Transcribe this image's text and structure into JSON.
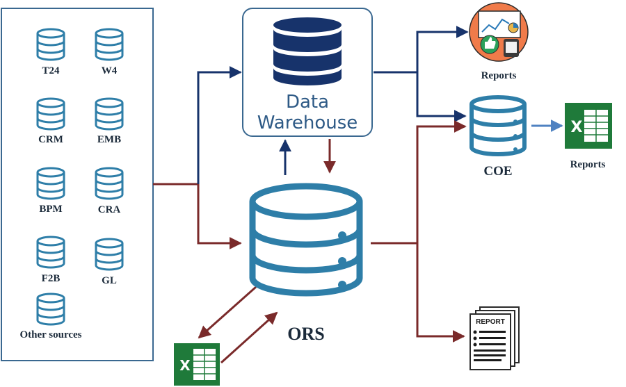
{
  "sources": {
    "items": [
      {
        "label": "T24"
      },
      {
        "label": "W4"
      },
      {
        "label": "CRM"
      },
      {
        "label": "EMB"
      },
      {
        "label": "BPM"
      },
      {
        "label": "CRA"
      },
      {
        "label": "F2B"
      },
      {
        "label": "GL"
      },
      {
        "label": "Other sources"
      }
    ]
  },
  "warehouse": {
    "line1": "Data",
    "line2": "Warehouse"
  },
  "ors": {
    "label": "ORS"
  },
  "coe": {
    "label": "COE"
  },
  "reports_top": {
    "label": "Reports"
  },
  "reports_excel": {
    "label": "Reports"
  },
  "report_doc": {
    "title": "REPORT"
  },
  "excel_icon": {
    "letter": "X"
  },
  "colors": {
    "navy": "#17336b",
    "maroon": "#7a2a2a",
    "teal": "#2e7ea8",
    "excel_green": "#1f7a3a",
    "box_border": "#3a6890"
  },
  "icons": [
    "database-icon",
    "excel-icon",
    "report-document-icon",
    "reports-dashboard-icon",
    "thumbs-up-icon",
    "pie-chart-icon"
  ]
}
